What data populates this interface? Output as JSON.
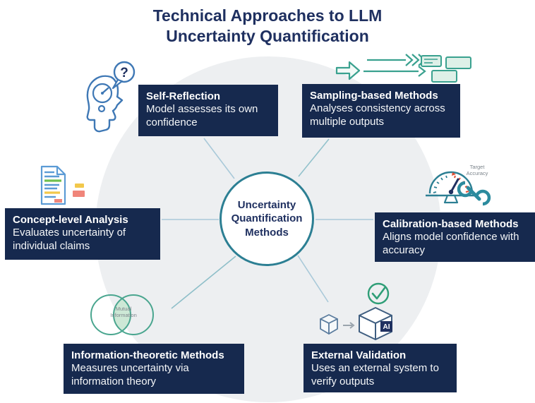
{
  "title": {
    "line1": "Technical Approaches to LLM",
    "line2": "Uncertainty Quantification"
  },
  "center": {
    "label": "Uncertainty Quantification Methods"
  },
  "nodes": {
    "self_reflection": {
      "title": "Self-Reflection",
      "desc": "Model assesses its own confidence",
      "icon": "head-question-icon"
    },
    "sampling": {
      "title": "Sampling-based Methods",
      "desc": "Analyses consistency across multiple outputs",
      "icon": "arrows-outputs-icon"
    },
    "concept": {
      "title": "Concept-level Analysis",
      "desc": "Evaluates uncertainty of individual claims",
      "icon": "annotated-document-icon"
    },
    "calibration": {
      "title": "Calibration-based Methods",
      "desc": "Aligns model confidence with accuracy",
      "icon": "target-gauge-icon"
    },
    "information": {
      "title": "Information-theoretic Methods",
      "desc": "Measures uncertainty via information theory",
      "icon": "venn-diagram-icon"
    },
    "external": {
      "title": "External Validation",
      "desc": "Uses an external system to verify outputs",
      "icon": "cube-ai-check-icon"
    }
  },
  "icons": {
    "question_bubble": "?",
    "gauge_label": "Target Accuracy",
    "venn_label": "Mutual Information",
    "ai_chip": "AI"
  },
  "colors": {
    "box_background": "#16294e",
    "title_text": "#1f3060",
    "center_circle_border": "#2c7f93",
    "connector_line": "#a9c9d9",
    "teal_icon": "#3aa18f",
    "doc_blue": "#5b9bd5",
    "highlight_green": "#70c050",
    "highlight_yellow": "#f2c84b",
    "highlight_red": "#f0857a",
    "check_green": "#2f9e77",
    "background_circle": "#edeff1"
  }
}
